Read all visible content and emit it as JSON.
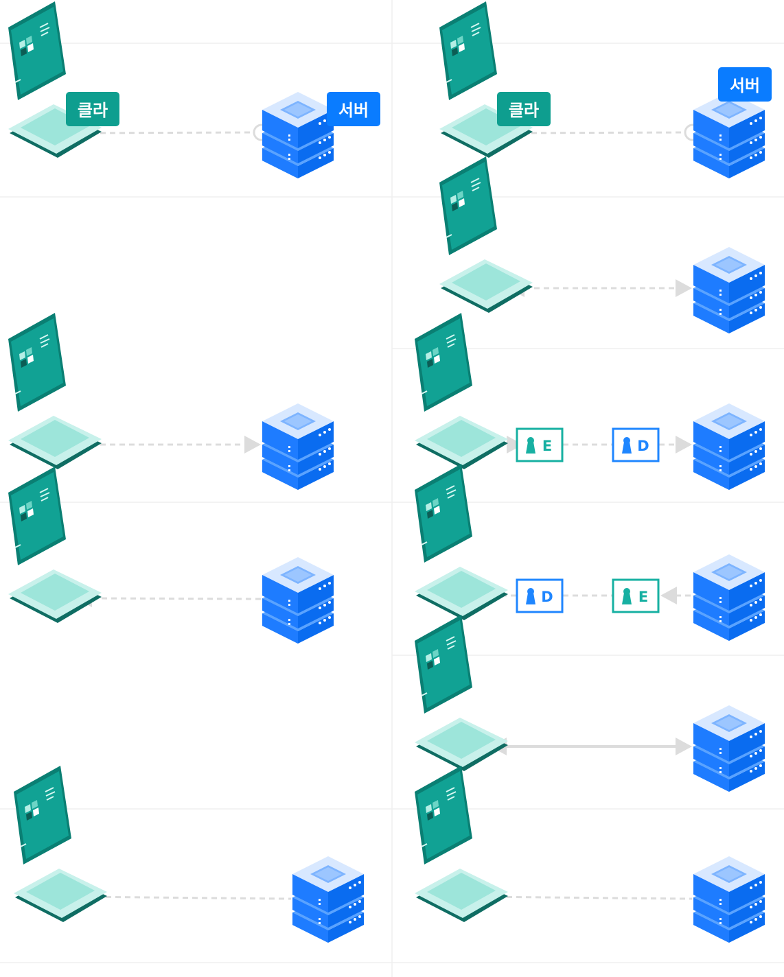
{
  "labels": {
    "client": "클라",
    "server": "서버"
  },
  "keys": {
    "encrypt": "E",
    "decrypt": "D"
  },
  "colors": {
    "client_tag": "#0e9e8f",
    "server_tag": "#0a7cff",
    "connector": "#dcdcdc",
    "grid_line": "#efefef",
    "encrypt_box": "#17b0a2",
    "decrypt_box": "#1f86ff"
  },
  "icons": {
    "client": "laptop-icon",
    "server": "server-stack-icon",
    "key": "keyhole-icon"
  },
  "panels": [
    {
      "id": "l1",
      "connector": "socket",
      "labels": true
    },
    {
      "id": "r1",
      "connector": "socket",
      "labels": true
    },
    {
      "id": "r2",
      "connector": "bidirectional-dashed",
      "labels": false
    },
    {
      "id": "l3",
      "connector": "to-server-dashed",
      "labels": false
    },
    {
      "id": "r3",
      "connector": "to-server-encrypt-decrypt",
      "keys": [
        "E",
        "D"
      ]
    },
    {
      "id": "l4",
      "connector": "to-client-dashed",
      "labels": false
    },
    {
      "id": "r4",
      "connector": "to-client-encrypt-decrypt",
      "keys": [
        "D",
        "E"
      ]
    },
    {
      "id": "r5",
      "connector": "bidirectional-solid",
      "labels": false
    },
    {
      "id": "l6",
      "connector": "dashed-no-arrow",
      "labels": false
    },
    {
      "id": "r6",
      "connector": "dashed-no-arrow",
      "labels": false
    }
  ]
}
